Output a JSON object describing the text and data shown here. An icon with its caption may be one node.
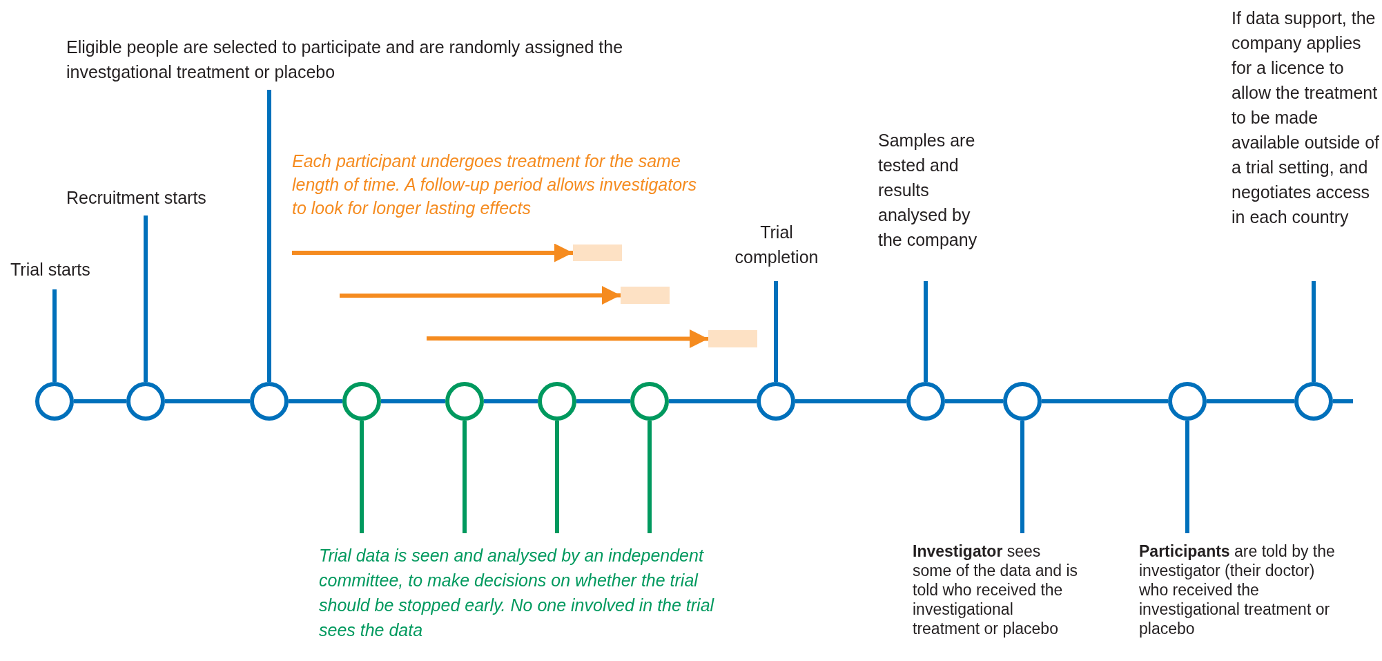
{
  "diagram": {
    "nodes": [
      {
        "text": [
          "Trial starts"
        ]
      },
      {
        "text": [
          "Recruitment starts"
        ]
      },
      {
        "text": [
          "Eligible people are selected to participate and are randomly assigned the investgational treatment or placebo"
        ]
      },
      {
        "text": [
          "Trial completion"
        ]
      },
      {
        "text": [
          "Samples are tested and results analysed by the company"
        ]
      },
      {
        "text": [
          "If data support, the company applies for a licence to allow the treatment to be made available outside of a trial setting, and negotiates access in each country"
        ]
      },
      {
        "text": [],
        "shape": "circle"
      },
      {
        "text": [],
        "shape": "circle"
      },
      {
        "text": [],
        "shape": "circle"
      },
      {
        "text": [],
        "shape": "circle"
      },
      {
        "text": [],
        "shape": "circle"
      },
      {
        "text": [],
        "shape": "circle"
      },
      {
        "text": [],
        "shape": "circle"
      },
      {
        "text": [],
        "shape": "circle"
      },
      {
        "text": [],
        "shape": "circle"
      },
      {
        "text": [],
        "shape": "circle"
      },
      {
        "text": [],
        "shape": "circle"
      },
      {
        "text": [],
        "shape": "circle"
      },
      {
        "text": [
          "Trial data is seen and analysed by an independent committee, to make decisions on whether the trial should be stopped early. No one involved in the trial sees the data"
        ]
      },
      {
        "text": [
          "**Investigator** sees some of the data and is told who received the investigational treatment or placebo"
        ]
      },
      {
        "text": [
          "**Participants** are told by the investigator (their doctor) who received the investigational treatment or placebo"
        ]
      },
      {
        "text": [],
        "shape": "box"
      },
      {
        "text": [],
        "shape": "box"
      },
      {
        "text": [],
        "shape": "box"
      }
    ],
    "edges": [
      {
        "from": 0,
        "to": 6,
        "arrow": "none"
      },
      {
        "from": 1,
        "to": 7,
        "arrow": "none"
      },
      {
        "from": 2,
        "to": 8,
        "arrow": "none"
      },
      {
        "from": 3,
        "to": 13,
        "arrow": "none"
      },
      {
        "from": 4,
        "to": 14,
        "arrow": "none"
      },
      {
        "from": 5,
        "to": 17,
        "arrow": "none"
      },
      {
        "from": 18,
        "to": 9,
        "arrow": "none",
        "color": "#00995e"
      },
      {
        "from": 18,
        "to": 10,
        "arrow": "none",
        "color": "#00995e"
      },
      {
        "from": 18,
        "to": 11,
        "arrow": "none",
        "color": "#00995e"
      },
      {
        "from": 18,
        "to": 12,
        "arrow": "none",
        "color": "#00995e"
      },
      {
        "from": 19,
        "to": 15,
        "arrow": "none"
      },
      {
        "from": 20,
        "to": 16,
        "arrow": "none"
      },
      {
        "from": 6,
        "to": 7,
        "arrow": "none"
      },
      {
        "from": 7,
        "to": 8,
        "arrow": "none"
      },
      {
        "from": 8,
        "to": 9,
        "arrow": "none"
      },
      {
        "from": 9,
        "to": 10,
        "arrow": "none"
      },
      {
        "from": 10,
        "to": 11,
        "arrow": "none"
      },
      {
        "from": 11,
        "to": 12,
        "arrow": "none"
      },
      {
        "from": 12,
        "to": 13,
        "arrow": "none"
      },
      {
        "from": 13,
        "to": 14,
        "arrow": "none"
      },
      {
        "from": 14,
        "to": 15,
        "arrow": "none"
      },
      {
        "from": 15,
        "to": 16,
        "arrow": "none"
      },
      {
        "from": 16,
        "to": 17,
        "arrow": "none"
      },
      {
        "from": 17,
        "to": null,
        "arrow": "none"
      },
      {
        "from": null,
        "to": 21,
        "arrow": "to",
        "color": "#f58b1f"
      },
      {
        "from": null,
        "to": 22,
        "arrow": "to",
        "color": "#f58b1f"
      },
      {
        "from": null,
        "to": 23,
        "arrow": "to",
        "color": "#f58b1f"
      }
    ],
    "labels": [
      "Each participant undergoes treatment for the same length of time. A follow-up period allows investigators to look for longer lasting effects"
    ]
  }
}
